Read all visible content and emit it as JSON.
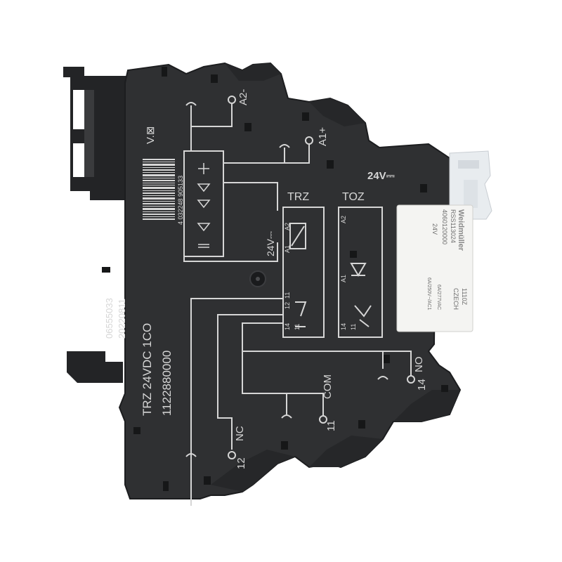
{
  "device": {
    "model": "TRZ 24VDC 1CO",
    "order_number": "1122880000",
    "serial": "06555033",
    "date_code": "20220811",
    "approval": "V.⊠",
    "barcode_digits": "4 032248 905133",
    "voltage": "24V⎓",
    "coil_voltage": "24V⎓",
    "variant_relay": "TRZ",
    "variant_optocoupler": "TOZ"
  },
  "terminals": {
    "a2": "A2-",
    "a1": "A1+",
    "no": "NO",
    "no_num": "14",
    "com": "COM",
    "com_num": "11",
    "nc": "NC",
    "nc_num": "12"
  },
  "relay_box": {
    "a2": "A2",
    "a1": "A1",
    "p11": "11",
    "p12": "12",
    "p14": "14",
    "p11b": "11"
  },
  "toz_box": {
    "a2": "A2",
    "a1": "A1",
    "p14": "14",
    "p11": "11"
  },
  "relay_label": {
    "brand": "Weidmüller",
    "part": "RSS113024",
    "order": "4060120000",
    "coil": "24V",
    "rating_us": "6A/277VAC",
    "rating": "6A/250V~/AC1",
    "code": "1110Z",
    "origin": "CZECH"
  },
  "colors": {
    "housing": "#2f3032",
    "housing_edge": "#1c1d1f",
    "print": "#d6d6d6",
    "relay_body": "#f4f4f2",
    "clip": "#e8ecef"
  }
}
